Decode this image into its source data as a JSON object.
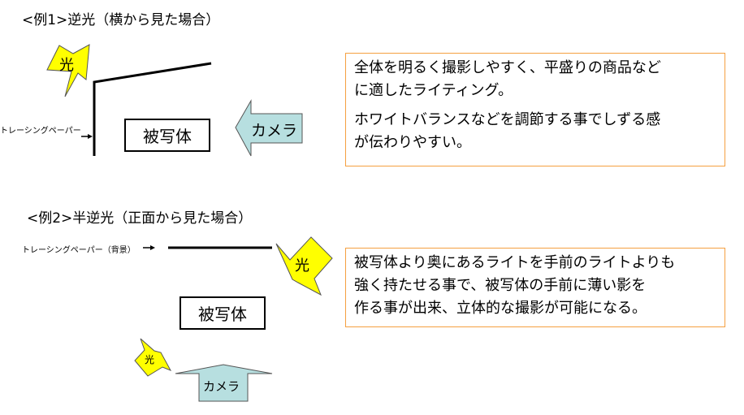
{
  "example1": {
    "title": "<例1>逆光（横から見た場合）",
    "light_label": "光",
    "paper_label": "トレーシングペーパー",
    "subject_label": "被写体",
    "camera_label": "カメラ",
    "description": [
      "全体を明るく撮影しやすく、平盛りの商品など",
      "に適したライティング。",
      "ホワイトバランスなどを調節する事でしずる感",
      "が伝わりやすい。"
    ]
  },
  "example2": {
    "title": "<例2>半逆光（正面から見た場合）",
    "paper_label": "トレーシングペーパー（背景）",
    "main_light_label": "光",
    "sub_light_label": "光",
    "subject_label": "被写体",
    "camera_label": "カメラ",
    "description": [
      "被写体より奥にあるライトを手前のライトよりも",
      "強く持たせる事で、被写体の手前に薄い影を",
      "作る事が出来、立体的な撮影が可能になる。"
    ]
  },
  "colors": {
    "light": "#ffff00",
    "camera": "#b7dfe0",
    "note_border": "#f5a040"
  }
}
